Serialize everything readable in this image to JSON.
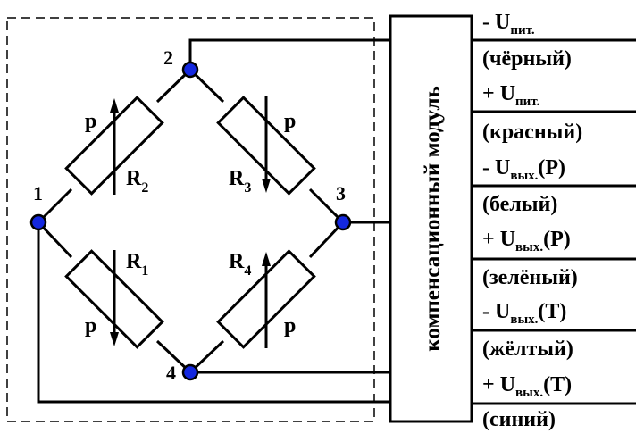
{
  "nodes": [
    "1",
    "2",
    "3",
    "4"
  ],
  "resistors": [
    {
      "name": "R",
      "sub": "1",
      "param": "p"
    },
    {
      "name": "R",
      "sub": "2",
      "param": "p"
    },
    {
      "name": "R",
      "sub": "3",
      "param": "p"
    },
    {
      "name": "R",
      "sub": "4",
      "param": "p"
    }
  ],
  "module_label": "компенсационный модуль",
  "outputs": [
    {
      "sign": "- ",
      "u": "U",
      "sub": "пит.",
      "suffix": "",
      "color": "(чёрный)"
    },
    {
      "sign": "+ ",
      "u": "U",
      "sub": "пит.",
      "suffix": "",
      "color": "(красный)"
    },
    {
      "sign": "- ",
      "u": "U",
      "sub": "вых.",
      "suffix": "(P)",
      "color": "(белый)"
    },
    {
      "sign": "+ ",
      "u": "U",
      "sub": "вых.",
      "suffix": "(P)",
      "color": "(зелёный)"
    },
    {
      "sign": "- ",
      "u": "U",
      "sub": "вых.",
      "suffix": "(T)",
      "color": "(жёлтый)"
    },
    {
      "sign": "+ ",
      "u": "U",
      "sub": "вых.",
      "suffix": "(T)",
      "color": "(синий)"
    }
  ],
  "colors": {
    "node_fill": "#1428e0",
    "line": "#000000",
    "background": "#ffffff"
  }
}
